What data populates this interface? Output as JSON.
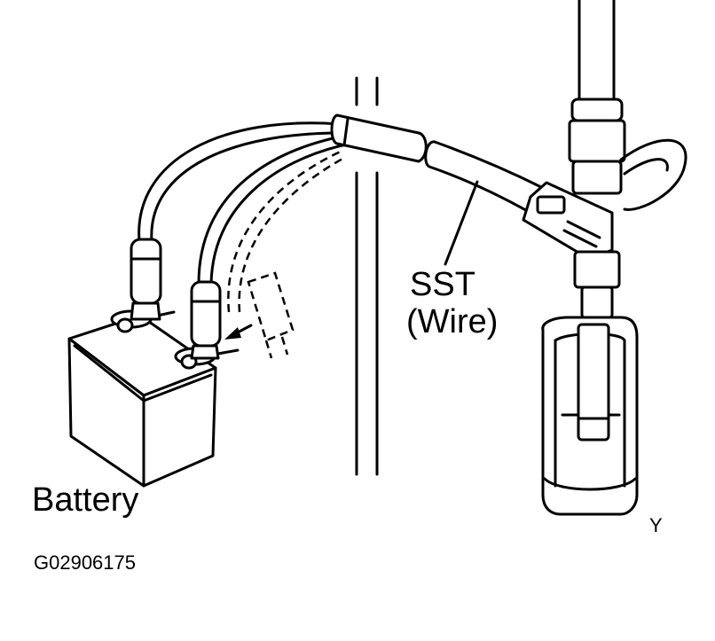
{
  "labels": {
    "battery": "Battery",
    "sst_line1": "SST",
    "sst_line2": "(Wire)",
    "corner_mark": "Y",
    "figure_id": "G02906175"
  },
  "colors": {
    "ink": "#000000",
    "background": "#ffffff"
  }
}
